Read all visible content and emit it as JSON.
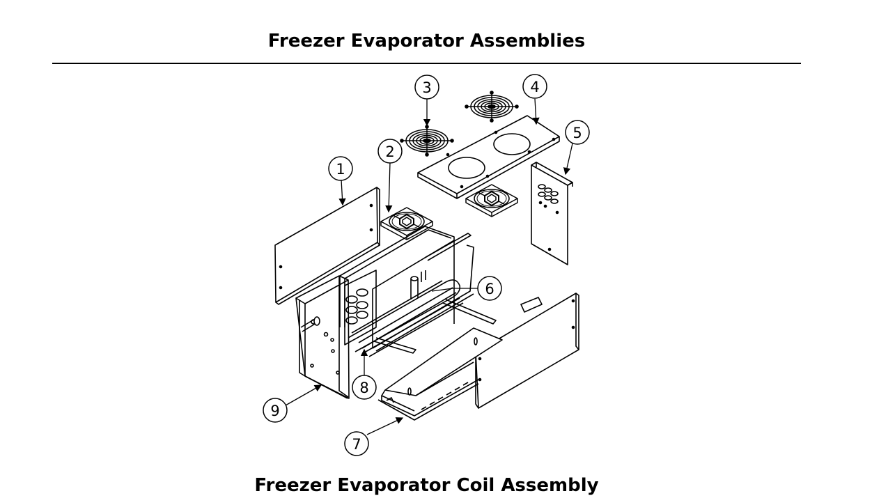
{
  "header": {
    "title": "Freezer Evaporator Assemblies"
  },
  "footer": {
    "caption": "Freezer Evaporator Coil Assembly"
  },
  "callouts": [
    {
      "id": "1",
      "label": "1"
    },
    {
      "id": "2",
      "label": "2"
    },
    {
      "id": "3",
      "label": "3"
    },
    {
      "id": "4",
      "label": "4"
    },
    {
      "id": "5",
      "label": "5"
    },
    {
      "id": "6",
      "label": "6"
    },
    {
      "id": "7",
      "label": "7"
    },
    {
      "id": "8",
      "label": "8"
    },
    {
      "id": "9",
      "label": "9"
    }
  ],
  "colors": {
    "line": "#000000",
    "background": "#ffffff"
  }
}
